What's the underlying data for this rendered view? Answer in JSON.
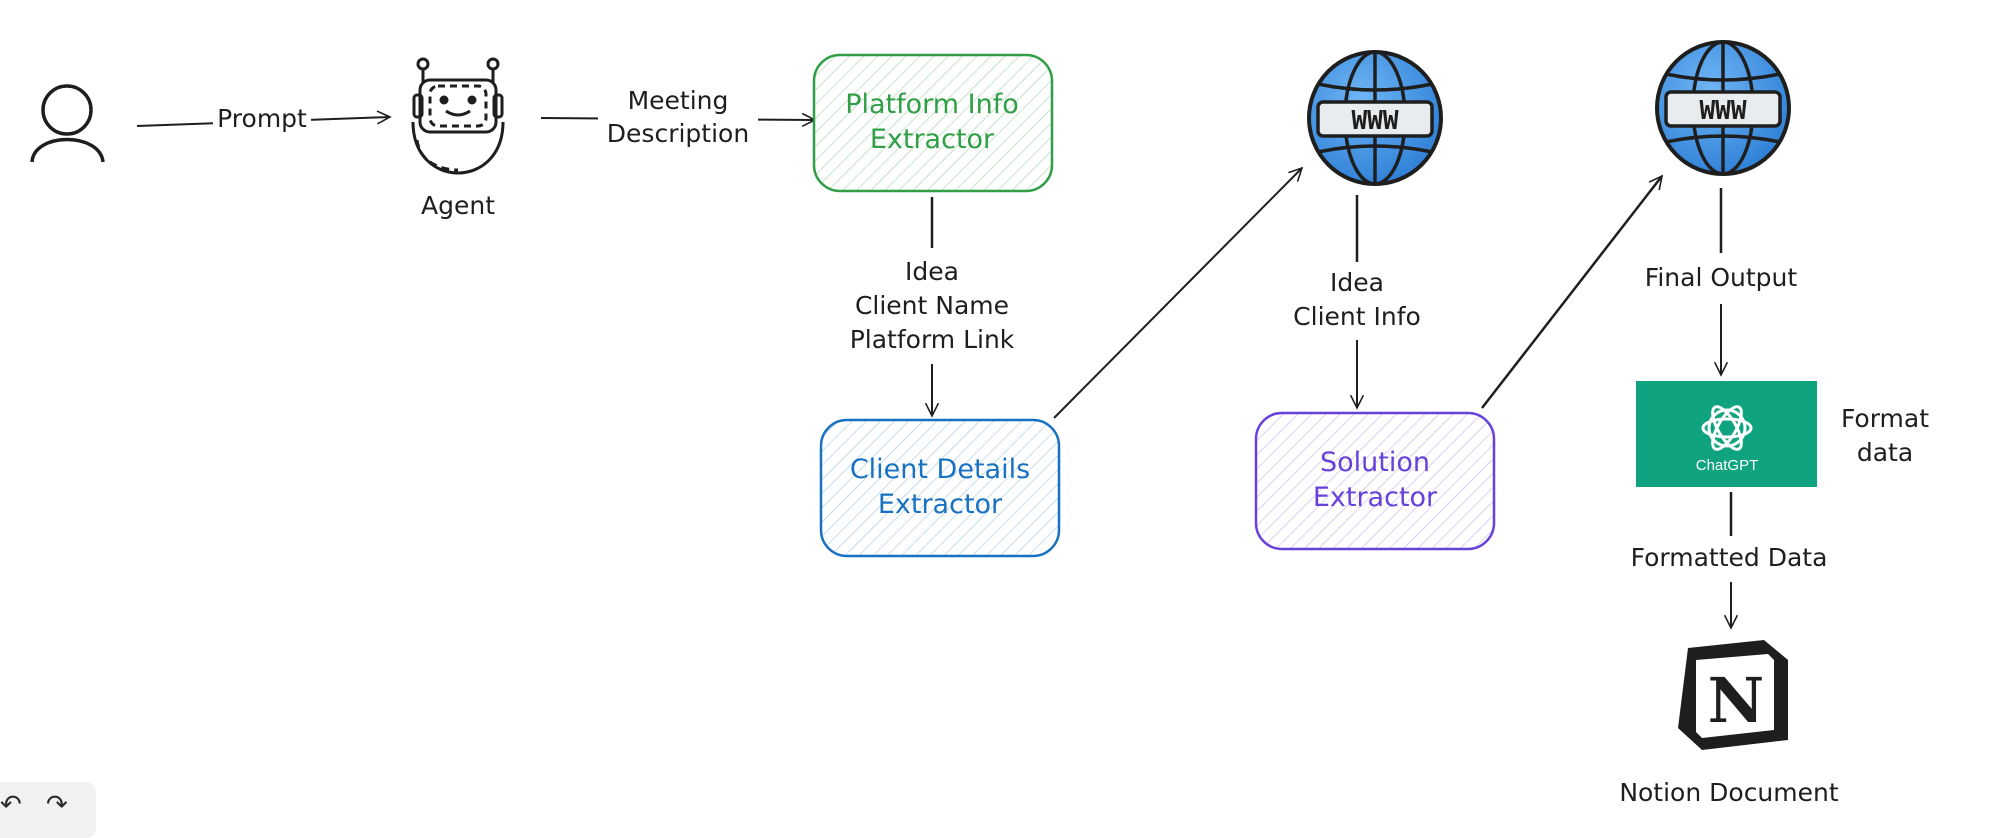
{
  "nodes": {
    "user": {
      "label": ""
    },
    "agent": {
      "label": "Agent"
    },
    "platform_info": {
      "line1": "Platform Info",
      "line2": "Extractor",
      "color": "#2f9e44",
      "fill": "#ebfbee"
    },
    "client_details": {
      "line1": "Client Details",
      "line2": "Extractor",
      "color": "#1971c2",
      "fill": "#e7f5ff"
    },
    "solution": {
      "line1": "Solution",
      "line2": "Extractor",
      "color": "#6741d9",
      "fill": "#f3f0ff"
    },
    "web1": {
      "label": "WWW"
    },
    "web2": {
      "label": "WWW"
    },
    "chatgpt": {
      "label": "ChatGPT",
      "color": "#10a37f"
    },
    "notion": {
      "label": "N",
      "caption": "Notion Document"
    }
  },
  "edges": {
    "prompt": "Prompt",
    "meeting_1": "Meeting",
    "meeting_2": "Description",
    "idea_1": "Idea",
    "idea_2": "Client Name",
    "idea_3": "Platform Link",
    "info_1": "Idea",
    "info_2": "Client Info",
    "final_output": "Final Output",
    "format_1": "Format",
    "format_2": "data",
    "formatted_data": "Formatted Data"
  },
  "toolbar": {
    "undo": "↶",
    "redo": "↷"
  }
}
